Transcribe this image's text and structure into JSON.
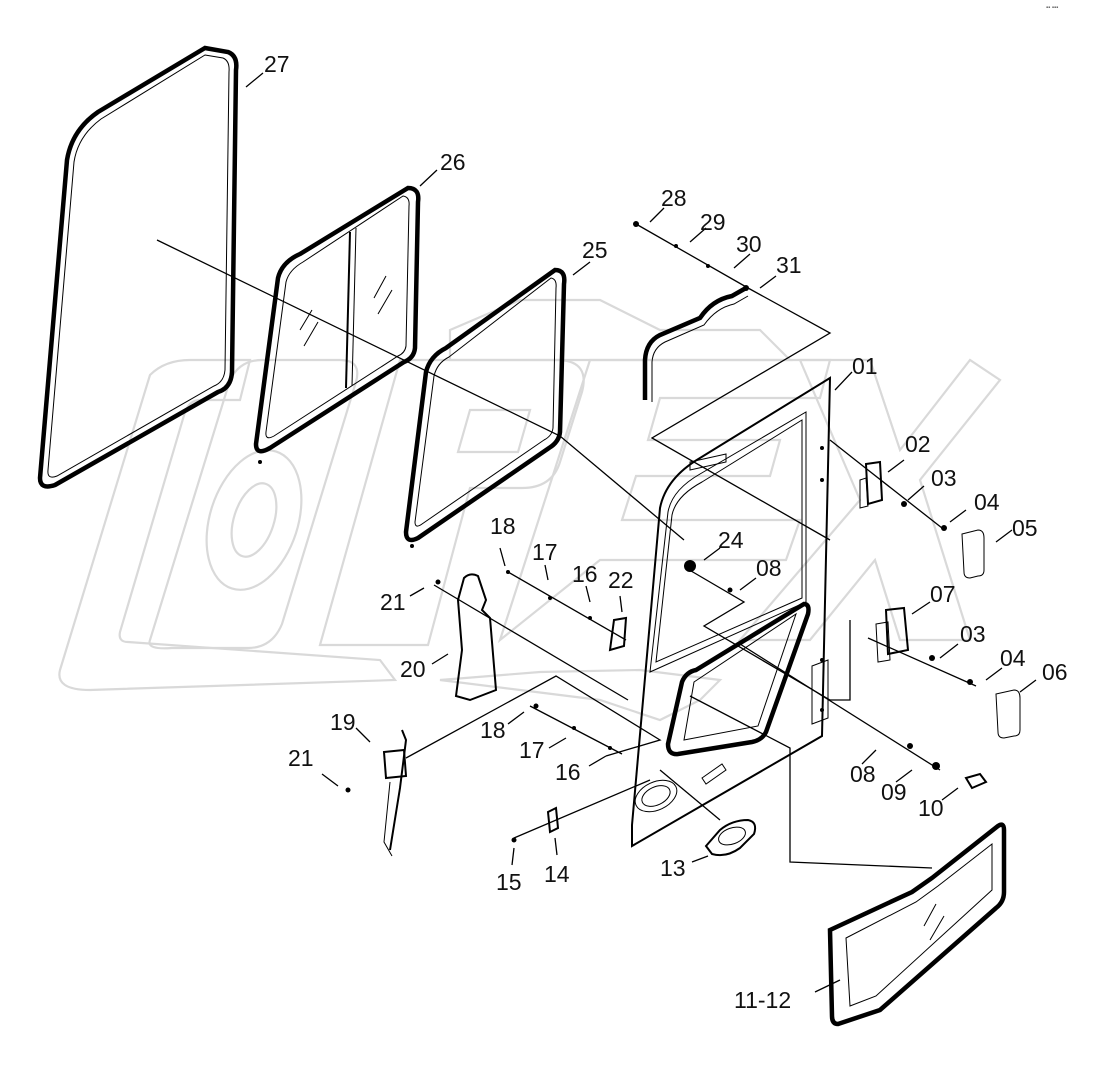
{
  "corner_mark": "▪▪ ▪▪▪",
  "watermark_text": "OPEX",
  "callouts": [
    {
      "id": "c27",
      "text": "27"
    },
    {
      "id": "c26",
      "text": "26"
    },
    {
      "id": "c25",
      "text": "25"
    },
    {
      "id": "c28",
      "text": "28"
    },
    {
      "id": "c29",
      "text": "29"
    },
    {
      "id": "c30",
      "text": "30"
    },
    {
      "id": "c31",
      "text": "31"
    },
    {
      "id": "c01",
      "text": "01"
    },
    {
      "id": "c02",
      "text": "02"
    },
    {
      "id": "c03a",
      "text": "03"
    },
    {
      "id": "c04a",
      "text": "04"
    },
    {
      "id": "c05",
      "text": "05"
    },
    {
      "id": "c24",
      "text": "24"
    },
    {
      "id": "c08a",
      "text": "08"
    },
    {
      "id": "c18a",
      "text": "18"
    },
    {
      "id": "c17a",
      "text": "17"
    },
    {
      "id": "c16a",
      "text": "16"
    },
    {
      "id": "c22",
      "text": "22"
    },
    {
      "id": "c21a",
      "text": "21"
    },
    {
      "id": "c20",
      "text": "20"
    },
    {
      "id": "c07",
      "text": "07"
    },
    {
      "id": "c03b",
      "text": "03"
    },
    {
      "id": "c04b",
      "text": "04"
    },
    {
      "id": "c06",
      "text": "06"
    },
    {
      "id": "c19",
      "text": "19"
    },
    {
      "id": "c18b",
      "text": "18"
    },
    {
      "id": "c17b",
      "text": "17"
    },
    {
      "id": "c16b",
      "text": "16"
    },
    {
      "id": "c21b",
      "text": "21"
    },
    {
      "id": "c08b",
      "text": "08"
    },
    {
      "id": "c09",
      "text": "09"
    },
    {
      "id": "c10",
      "text": "10"
    },
    {
      "id": "c13",
      "text": "13"
    },
    {
      "id": "c14",
      "text": "14"
    },
    {
      "id": "c15",
      "text": "15"
    },
    {
      "id": "c1112",
      "text": "11-12"
    }
  ]
}
